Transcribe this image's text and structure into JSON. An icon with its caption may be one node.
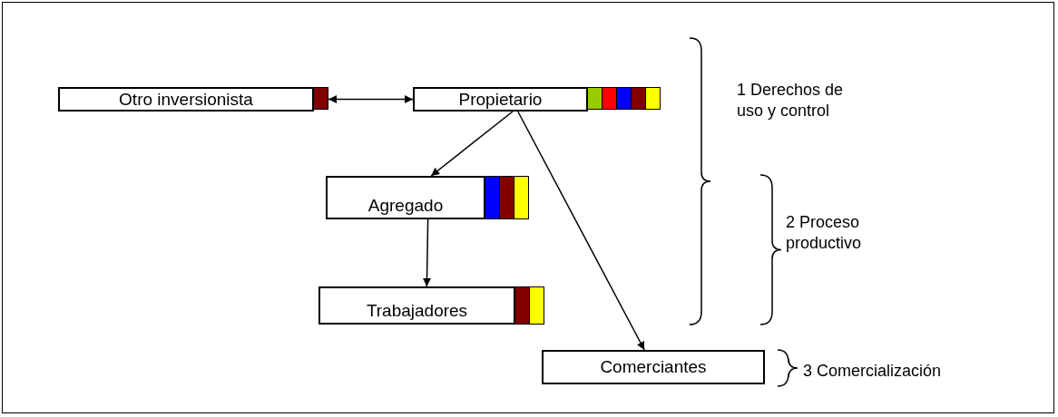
{
  "diagram": {
    "nodes": [
      {
        "text": [
          "Otro inversionista"
        ]
      },
      {
        "text": [
          "Propietario"
        ]
      },
      {
        "text": [
          "Agregado"
        ]
      },
      {
        "text": [
          "Trabajadores"
        ]
      },
      {
        "text": [
          "Comerciantes"
        ]
      }
    ],
    "edges": [
      {
        "from": 0,
        "to": 1,
        "arrow": "both"
      },
      {
        "from": 1,
        "to": 2,
        "arrow": "to"
      },
      {
        "from": 2,
        "to": 3,
        "arrow": "to"
      },
      {
        "from": 1,
        "to": 4,
        "arrow": "to"
      }
    ],
    "labels": [
      "1 Derechos de uso y control",
      "2 Proceso productivo",
      "3 Comercialización"
    ]
  }
}
